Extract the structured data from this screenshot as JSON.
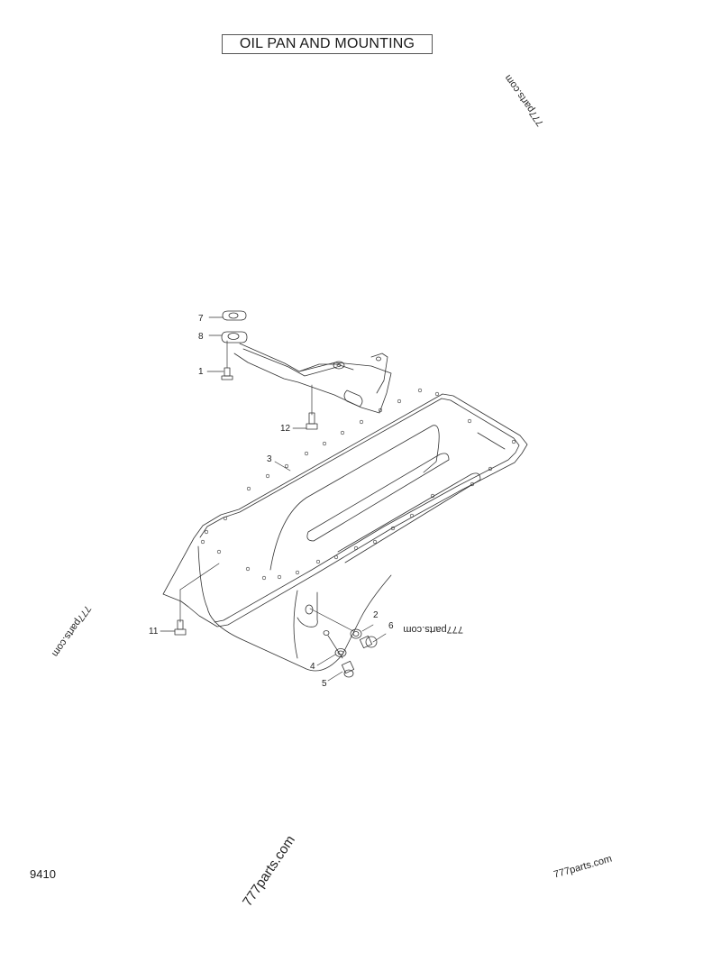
{
  "title": "OIL PAN AND MOUNTING",
  "page_number": "9410",
  "watermarks": [
    {
      "text": "777parts.com",
      "position": "top-right",
      "rotation_deg": 120
    },
    {
      "text": "777parts.com",
      "position": "middle-right",
      "rotation_deg": 180
    },
    {
      "text": "777parts.com",
      "position": "middle-left",
      "rotation_deg": 125
    },
    {
      "text": "777parts.com",
      "position": "bottom-center",
      "rotation_deg": -55
    },
    {
      "text": "777parts.com",
      "position": "bottom-right",
      "rotation_deg": -15
    }
  ],
  "callouts": [
    {
      "id": "1",
      "label": "1",
      "part": "bolt"
    },
    {
      "id": "2",
      "label": "2",
      "part": "washer"
    },
    {
      "id": "3",
      "label": "3",
      "part": "oil pan gasket"
    },
    {
      "id": "4",
      "label": "4",
      "part": "washer"
    },
    {
      "id": "5",
      "label": "5",
      "part": "drain plug"
    },
    {
      "id": "6",
      "label": "6",
      "part": "plug"
    },
    {
      "id": "7",
      "label": "7",
      "part": "gasket"
    },
    {
      "id": "8",
      "label": "8",
      "part": "gasket"
    },
    {
      "id": "11",
      "label": "11",
      "part": "bolt"
    },
    {
      "id": "12",
      "label": "12",
      "part": "bolt"
    }
  ],
  "colors": {
    "line": "#333333",
    "background": "#ffffff"
  }
}
